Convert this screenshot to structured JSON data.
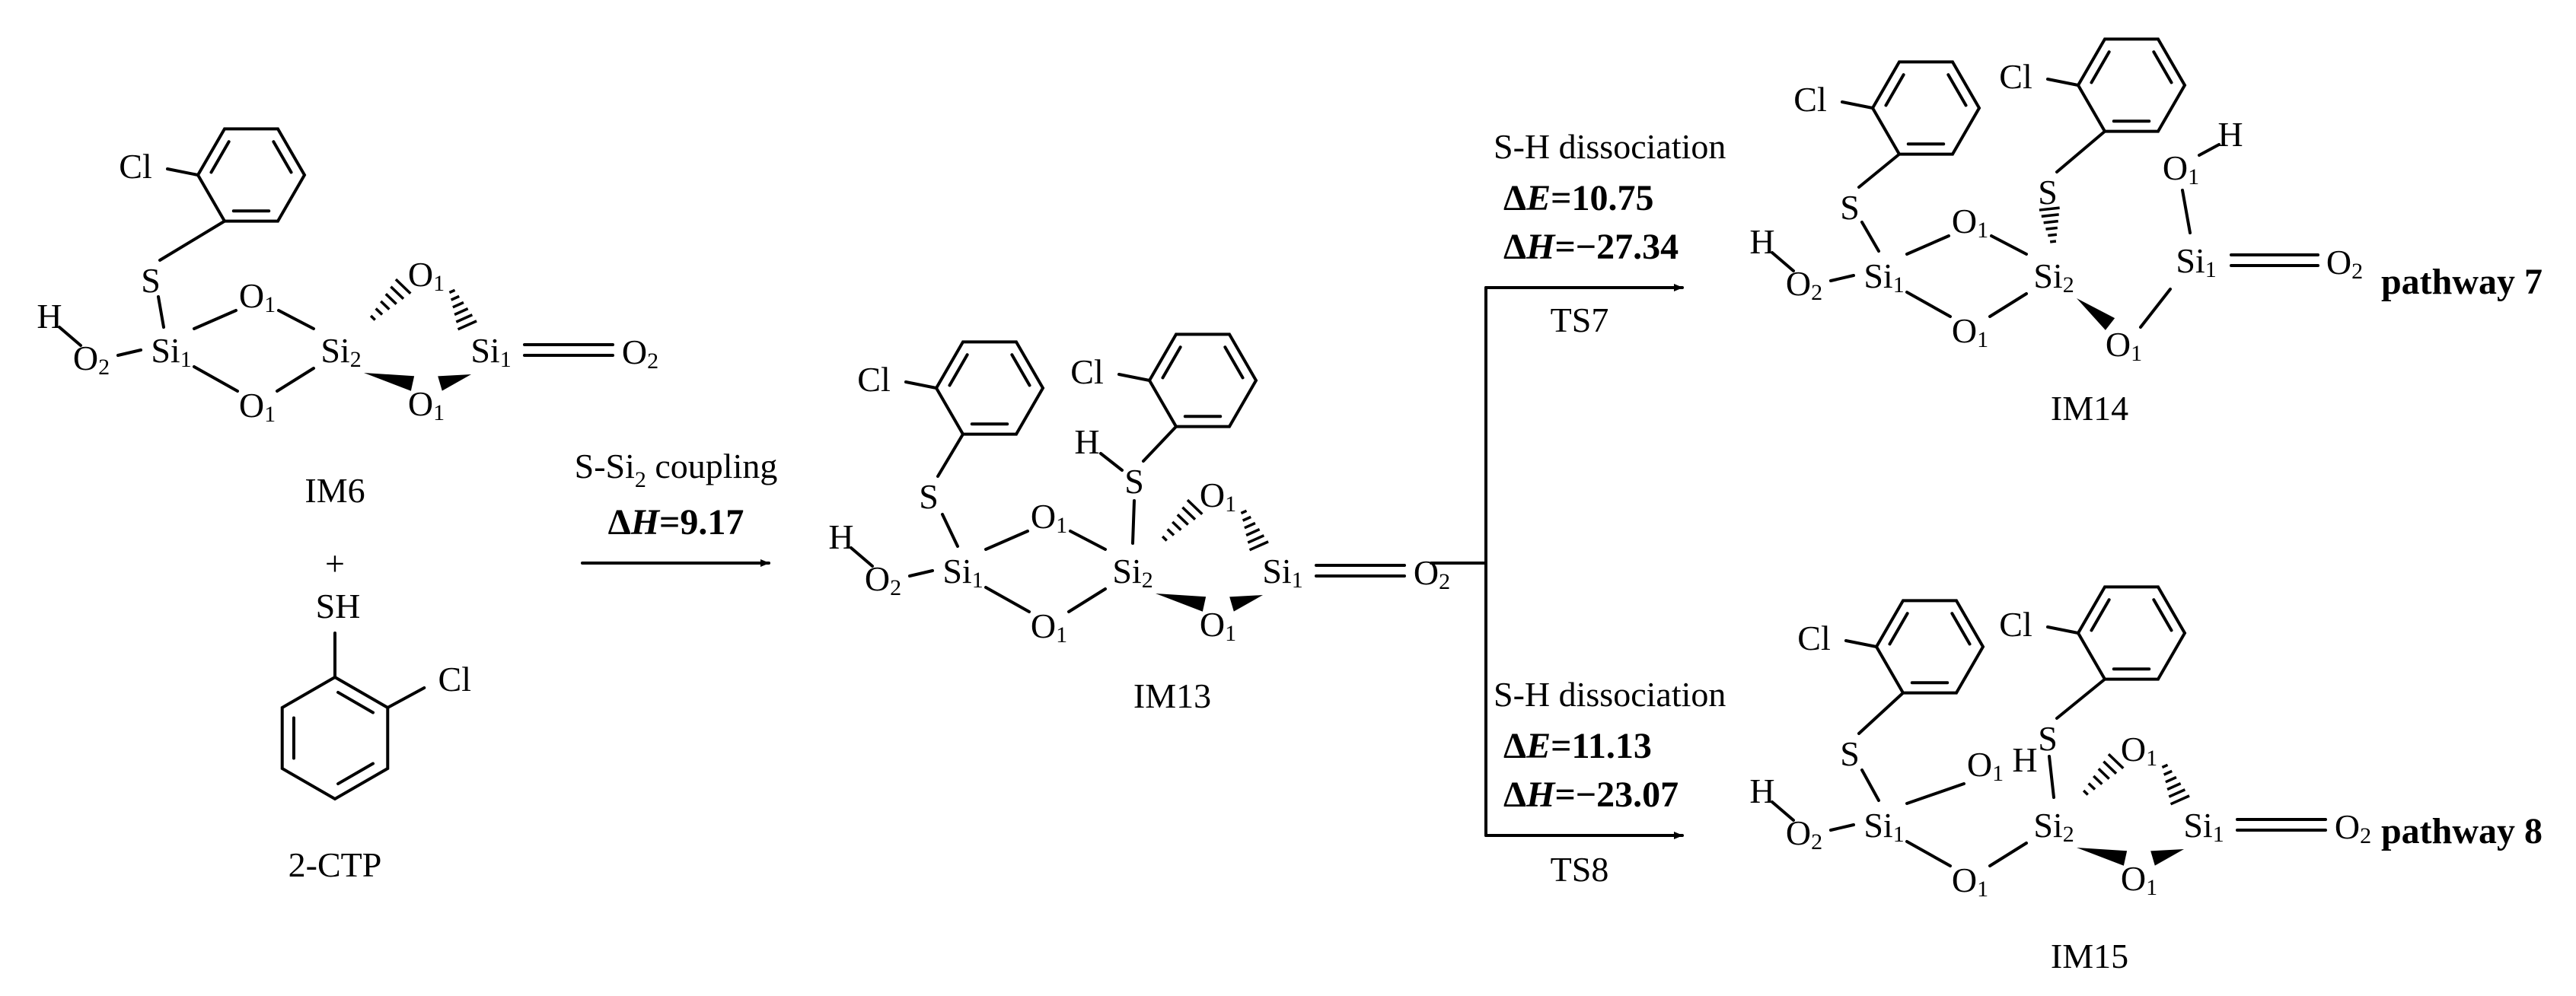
{
  "reaction_scheme": {
    "reactants": {
      "im6": {
        "label": "IM6"
      },
      "plus": "+",
      "ctp": {
        "label": "2-CTP",
        "sh_label": "SH"
      }
    },
    "step1": {
      "process": "S-Si",
      "process_sub": "2",
      "process_rest": " coupling",
      "dh_value": "=9.17"
    },
    "im13": {
      "label": "IM13"
    },
    "branch_top": {
      "process": "S-H dissociation",
      "de_value": "=10.75",
      "dh_value": "=−27.34",
      "ts_label": "TS7",
      "product_label": "IM14",
      "pathway_label": "pathway 7"
    },
    "branch_bottom": {
      "process": "S-H dissociation",
      "de_value": "=11.13",
      "dh_value": "=−23.07",
      "ts_label": "TS8",
      "product_label": "IM15",
      "pathway_label": "pathway 8"
    },
    "delta_symbol": "Δ",
    "e_symbol": "E",
    "h_symbol": "H",
    "atom_text": {
      "cl": "Cl",
      "s": "S",
      "h": "H",
      "o": "O",
      "si": "Si",
      "sub_1": "1",
      "sub_2": "2"
    }
  }
}
